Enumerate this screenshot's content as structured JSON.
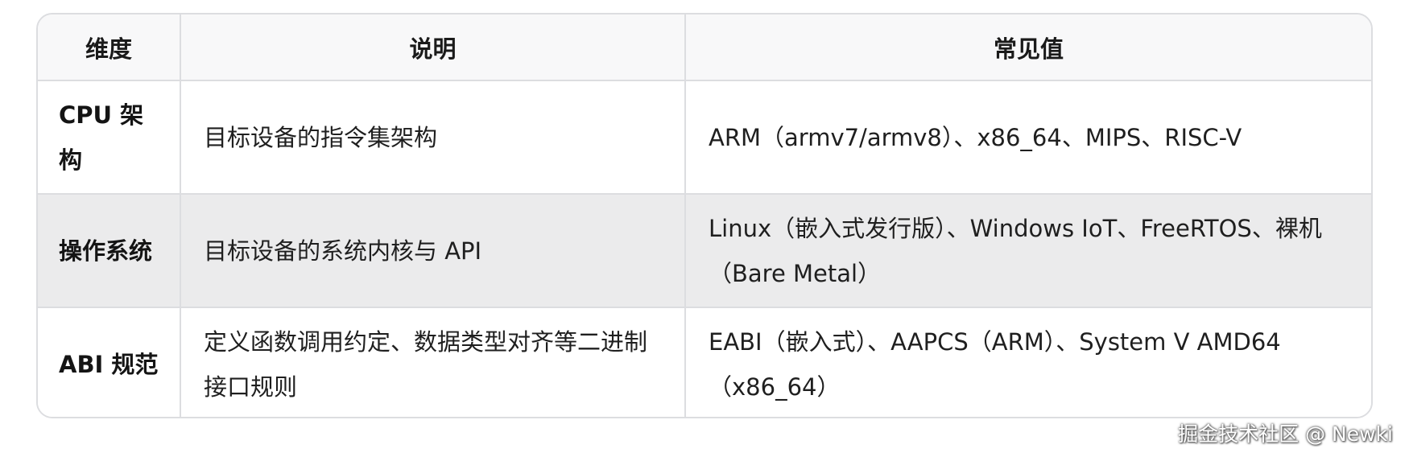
{
  "table": {
    "headers": [
      "维度",
      "说明",
      "常见值"
    ],
    "rows": [
      {
        "dimension": "CPU 架构",
        "description": "目标设备的指令集架构",
        "values": "ARM（armv7/armv8）、x86_64、MIPS、RISC-V"
      },
      {
        "dimension": "操作系统",
        "description": "目标设备的系统内核与 API",
        "values": "Linux（嵌入式发行版）、Windows IoT、FreeRTOS、裸机（Bare Metal）"
      },
      {
        "dimension": "ABI 规范",
        "description": "定义函数调用约定、数据类型对齐等二进制接口规则",
        "values": "EABI（嵌入式）、AAPCS（ARM）、System V AMD64（x86_64）"
      }
    ]
  },
  "watermark": "掘金技术社区 @ Newki"
}
